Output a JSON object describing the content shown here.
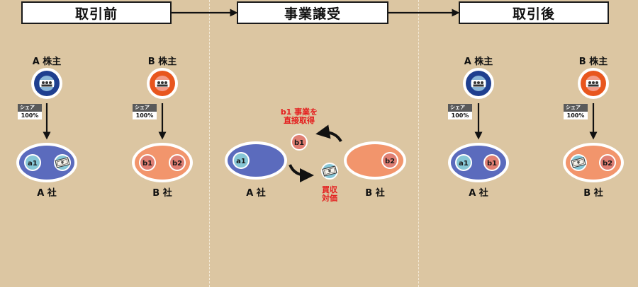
{
  "headers": {
    "before": "取引前",
    "transfer": "事業譲受",
    "after": "取引後"
  },
  "shareholders": {
    "a": "A 株主",
    "b": "B 株主"
  },
  "companies": {
    "a": "A 社",
    "b": "B 社"
  },
  "share": {
    "tag": "シェア",
    "value": "100%"
  },
  "units": {
    "a1": "a1",
    "b1": "b1",
    "b2": "b2"
  },
  "yen_symbol": "¥",
  "annotations": {
    "acquire_line1": "b1 事業を",
    "acquire_line2": "直接取得",
    "consideration_line1": "買収",
    "consideration_line2": "対価"
  },
  "colors": {
    "background": "#dcc6a2",
    "company_a": "#5b6bbd",
    "company_b": "#f2956c",
    "shareholder_a": "#1f3f8f",
    "shareholder_b": "#e8561e",
    "unit": "#e07f73",
    "unit_a1": "#86c6d6",
    "annotation": "#e41e1e"
  },
  "icons": {
    "shareholder": "people-icon",
    "money": "banknote-icon"
  }
}
